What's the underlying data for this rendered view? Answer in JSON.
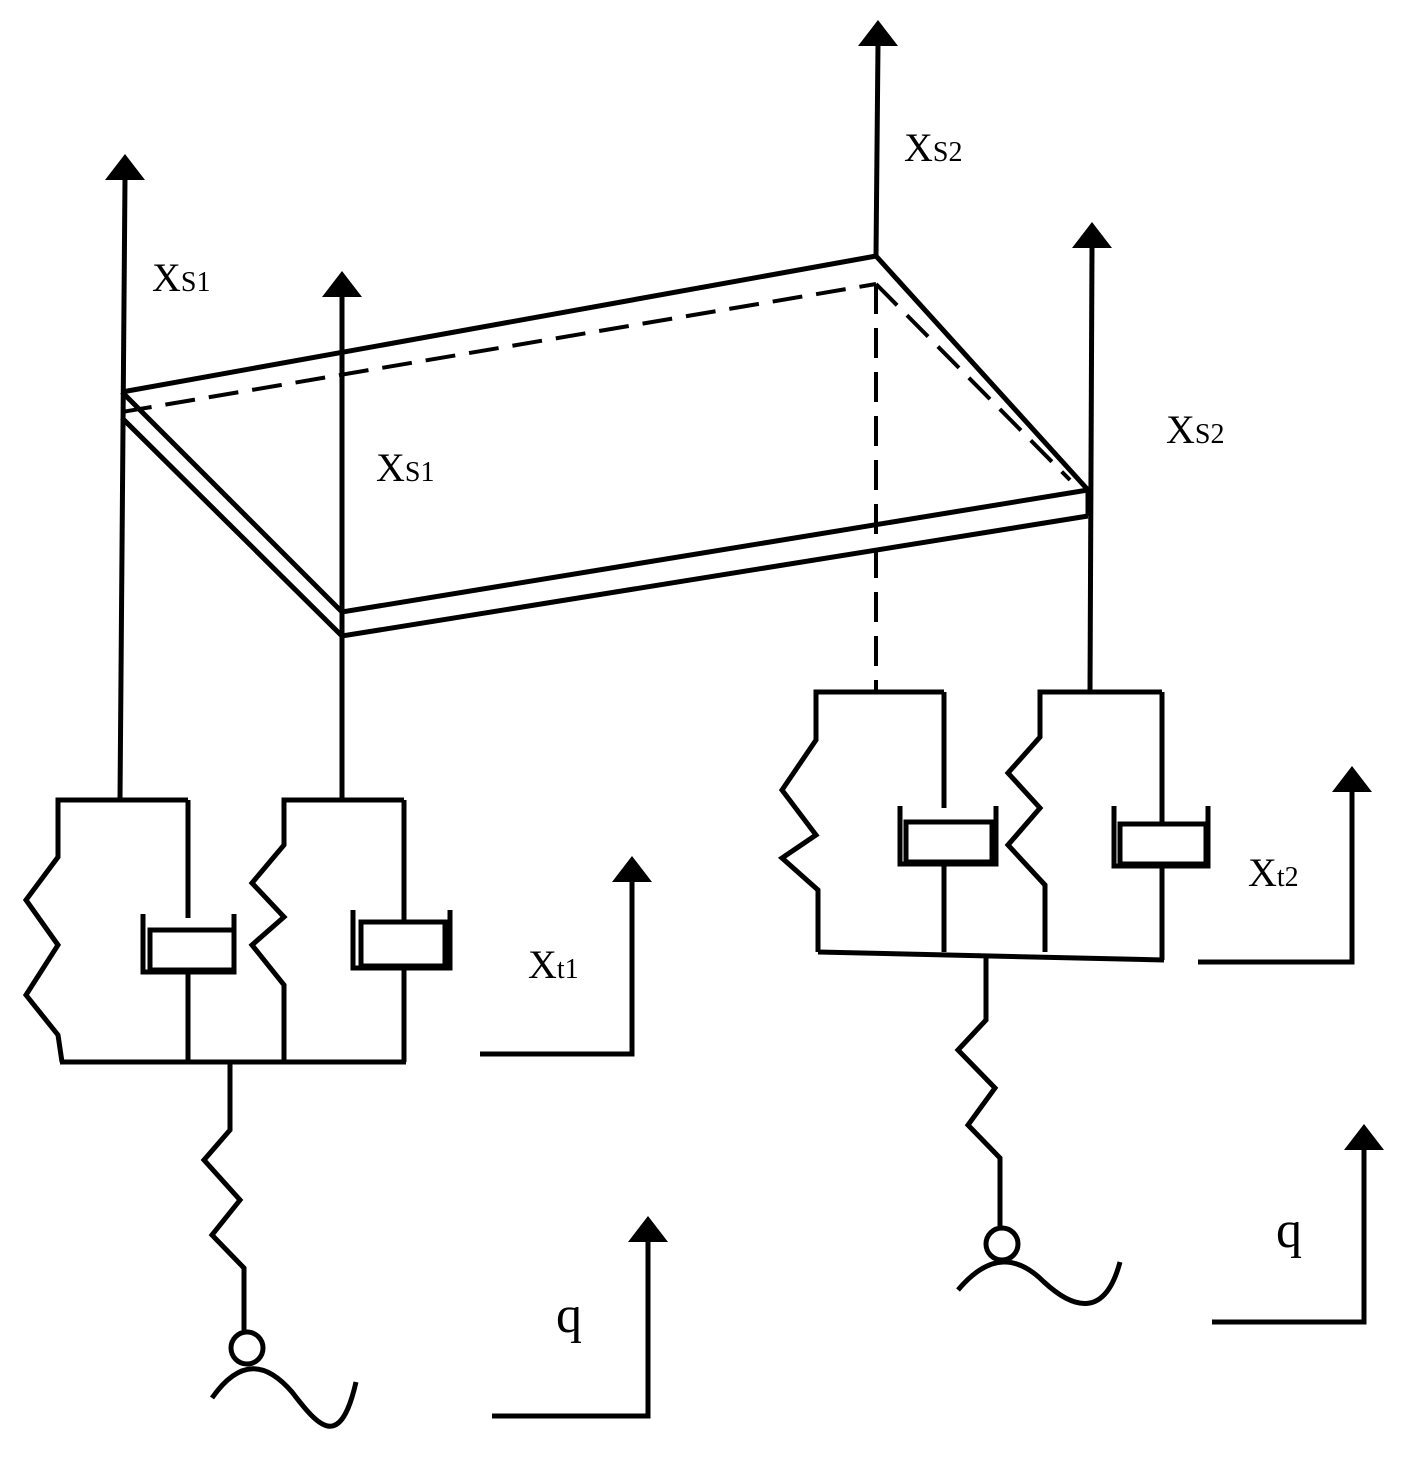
{
  "labels": {
    "xs1_top": {
      "main": "X",
      "sub": "S1"
    },
    "xs1_mid": {
      "main": "X",
      "sub": "S1"
    },
    "xs2_top": {
      "main": "X",
      "sub": "S2"
    },
    "xs2_right": {
      "main": "X",
      "sub": "S2"
    },
    "xt1": {
      "main": "X",
      "sub": "t1"
    },
    "xt2": {
      "main": "X",
      "sub": "t2"
    },
    "q_left": "q",
    "q_right": "q"
  },
  "colors": {
    "stroke": "#000000",
    "background": "#ffffff"
  }
}
